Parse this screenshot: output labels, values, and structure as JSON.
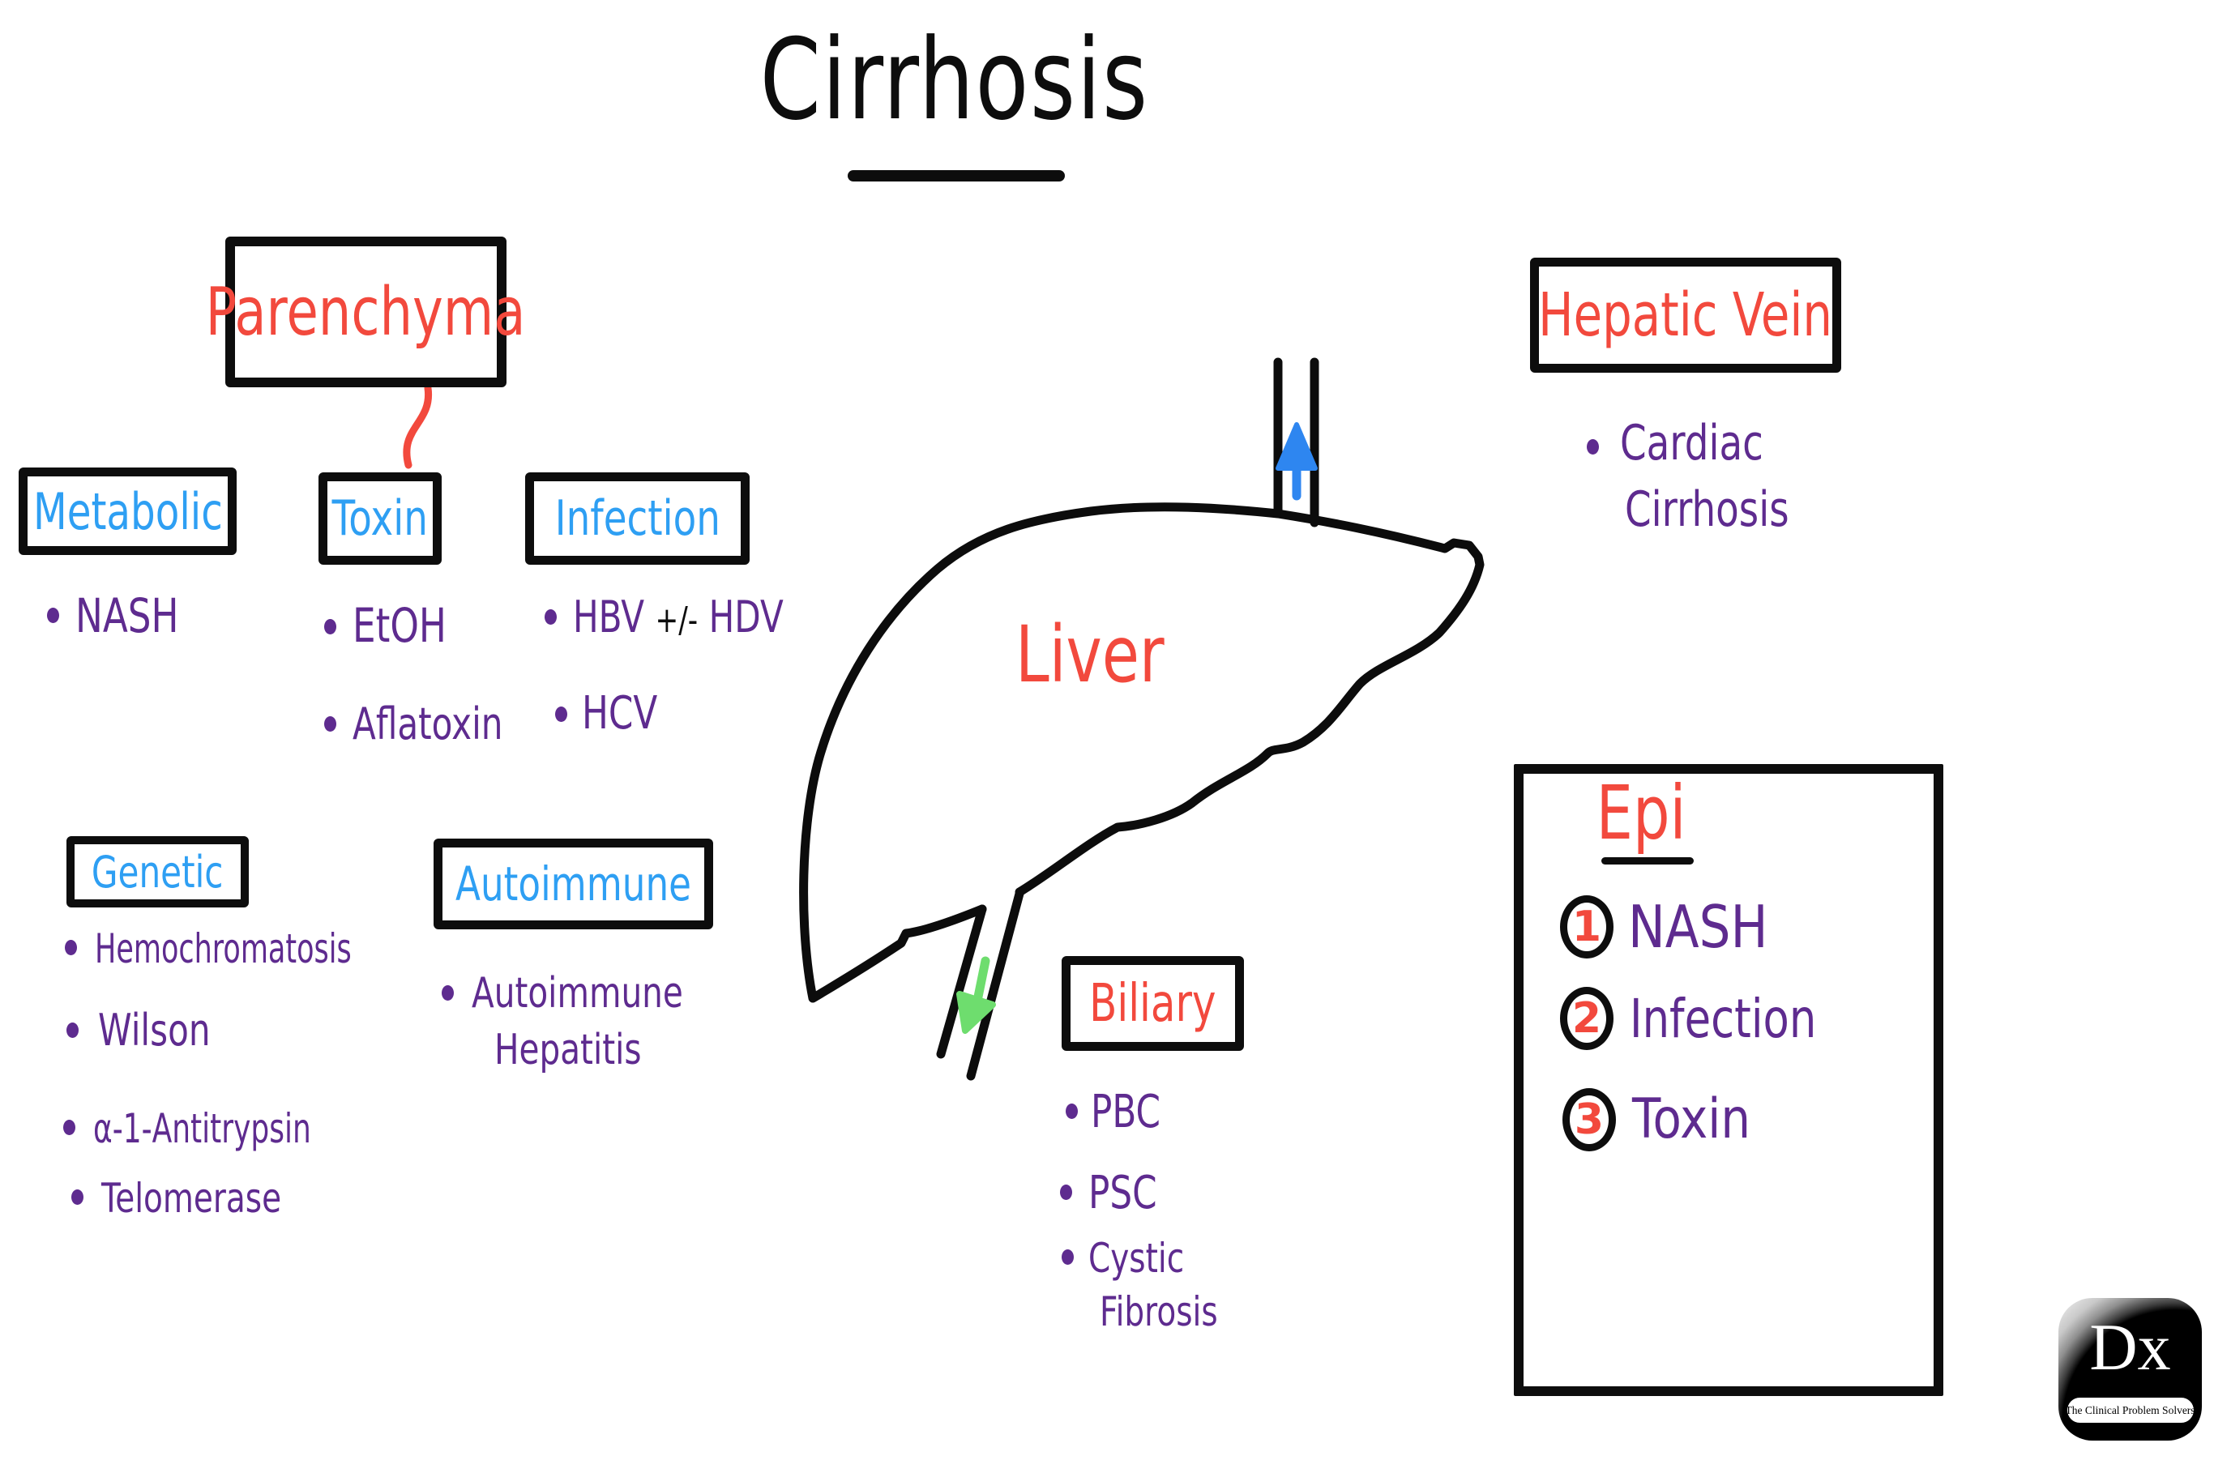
{
  "title": "Cirrhosis",
  "liver_label": "Liver",
  "parenchyma": {
    "label": "Parenchyma"
  },
  "metabolic": {
    "label": "Metabolic",
    "items": [
      "NASH"
    ]
  },
  "toxin": {
    "label": "Toxin",
    "items": [
      "EtOH",
      "Aflatoxin"
    ]
  },
  "infection": {
    "label": "Infection",
    "item1": {
      "pre": "HBV",
      "sign": "+/-",
      "post": "HDV"
    },
    "item2": "HCV"
  },
  "genetic": {
    "label": "Genetic",
    "items": [
      "Hemochromatosis",
      "Wilson",
      "α-1-Antitrypsin",
      "Telomerase"
    ]
  },
  "autoimmune": {
    "label": "Autoimmune",
    "item_line1": "Autoimmune",
    "item_line2": "Hepatitis"
  },
  "hepatic_vein": {
    "label": "Hepatic Vein",
    "item_line1": "Cardiac",
    "item_line2": "Cirrhosis"
  },
  "biliary": {
    "label": "Biliary",
    "items": [
      "PBC",
      "PSC"
    ],
    "item3_line1": "Cystic",
    "item3_line2": "Fibrosis"
  },
  "epi": {
    "label": "Epi",
    "items": [
      {
        "num": "1",
        "text": "NASH"
      },
      {
        "num": "2",
        "text": "Infection"
      },
      {
        "num": "3",
        "text": "Toxin"
      }
    ]
  },
  "logo": {
    "main": "Dx",
    "sub": "The Clinical Problem Solvers"
  },
  "colors": {
    "red": "#f2493d",
    "blue": "#2e9ff3",
    "purple": "#5e2b8f",
    "ink": "#0d0d0d",
    "blue_arrow": "#2e86f0",
    "green_arrow": "#6edd6e"
  }
}
